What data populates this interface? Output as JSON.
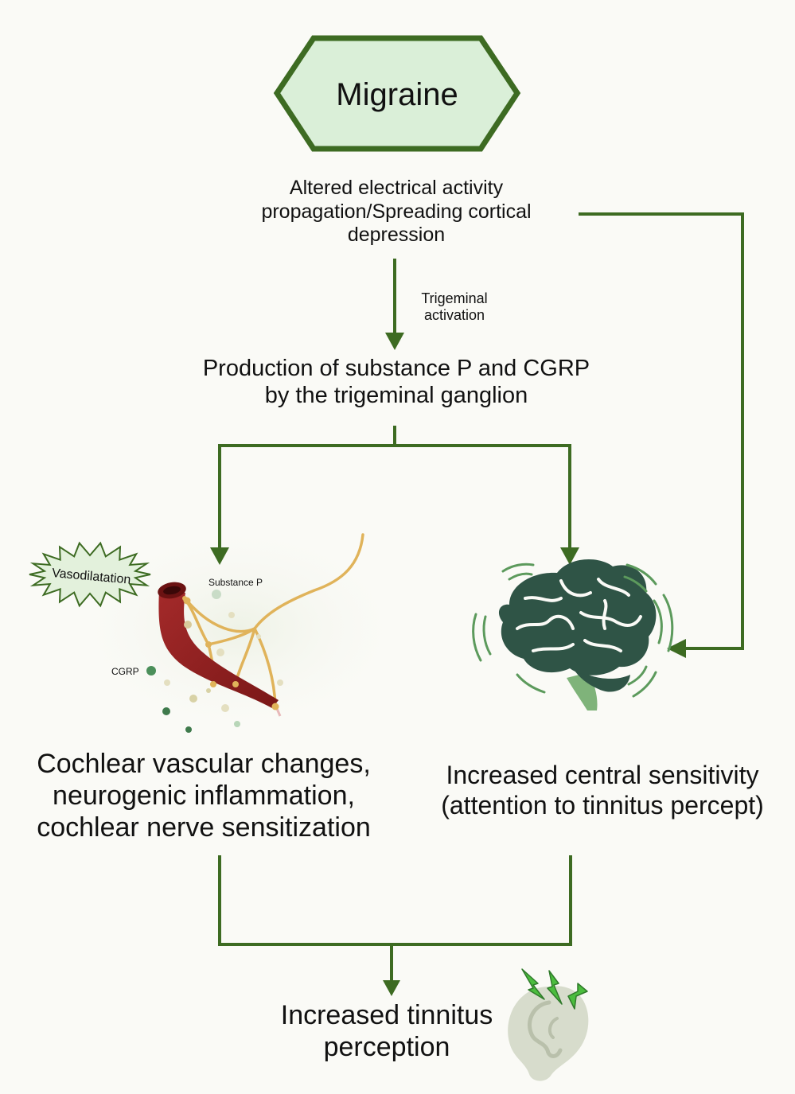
{
  "colors": {
    "background": "#fafaf6",
    "arrow": "#3d6b22",
    "hexagon_stroke": "#3d6b22",
    "hexagon_fill": "#daefd8",
    "vessel": "#8b1f1f",
    "nerve": "#e0b35a",
    "brain": "#2f5446",
    "brain_stem": "#7fb37a",
    "lightning": "#3fae36"
  },
  "nodes": {
    "migraine": "Migraine",
    "altered_activity": "Altered electrical activity propagation/Spreading cortical depression",
    "production": "Production of substance P and CGRP by the trigeminal ganglion",
    "cochlear_changes": "Cochlear vascular changes, neurogenic inflammation, cochlear nerve sensitization",
    "central_sensitivity": "Increased central sensitivity (attention to tinnitus percept)",
    "tinnitus": "Increased tinnitus perception"
  },
  "edge_labels": {
    "trigeminal": "Trigeminal activation"
  },
  "illustration_labels": {
    "vasodilatation": "Vasodilatation",
    "substance_p": "Substance P",
    "cgrp": "CGRP"
  },
  "icons": [
    "blood-vessel-icon",
    "nerve-fiber-icon",
    "brain-icon",
    "ear-icon",
    "lightning-icon"
  ]
}
